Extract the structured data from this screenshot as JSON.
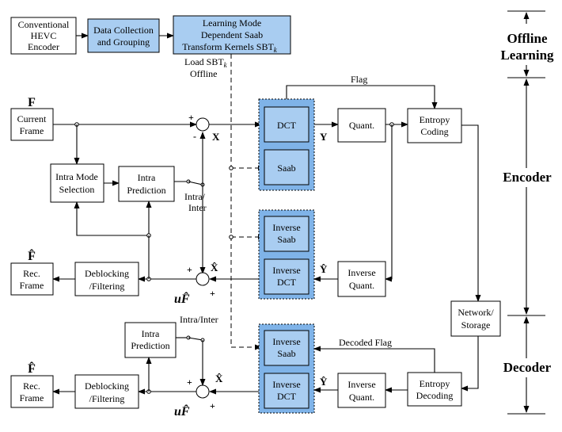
{
  "top": {
    "conventional_1": "Conventional",
    "conventional_2": "HEVC",
    "conventional_3": "Encoder",
    "data_collection_1": "Data Collection",
    "data_collection_2": "and Grouping",
    "learning_1": "Learning Mode",
    "learning_2": "Dependent Saab",
    "learning_3": "Transform Kernels SBT",
    "learning_sub": "k",
    "load_1": "Load SBT",
    "load_sub": "k",
    "load_2": "Offline"
  },
  "encoder": {
    "F": "F",
    "current_1": "Current",
    "current_2": "Frame",
    "plus": "+",
    "minus": "-",
    "X": "X",
    "intra_mode_1": "Intra Mode",
    "intra_mode_2": "Selection",
    "intra_pred_1": "Intra",
    "intra_pred_2": "Prediction",
    "intra_inter_1": "Intra/",
    "intra_inter_2": "Inter",
    "dct": "DCT",
    "saab": "Saab",
    "flag": "Flag",
    "Y": "Y",
    "quant": "Quant.",
    "entropy_1": "Entropy",
    "entropy_2": "Coding",
    "inv_saab_1": "Inverse",
    "inv_saab_2": "Saab",
    "inv_dct_1": "Inverse",
    "inv_dct_2": "DCT",
    "Y_hat": "Ŷ",
    "inv_quant_1": "Inverse",
    "inv_quant_2": "Quant.",
    "X_hat": "X̂",
    "uF": "uF̂",
    "F_hat": "F̂",
    "rec_1": "Rec.",
    "rec_2": "Frame",
    "deblock_1": "Deblocking",
    "deblock_2": "/Filtering"
  },
  "network": {
    "line1": "Network/",
    "line2": "Storage"
  },
  "decoder": {
    "intra_pred_1": "Intra",
    "intra_pred_2": "Prediction",
    "intra_inter": "Intra/Inter",
    "decoded_flag": "Decoded Flag",
    "inv_saab_1": "Inverse",
    "inv_saab_2": "Saab",
    "inv_dct_1": "Inverse",
    "inv_dct_2": "DCT",
    "Y_hat": "Ŷ",
    "inv_quant_1": "Inverse",
    "inv_quant_2": "Quant.",
    "entropy_1": "Entropy",
    "entropy_2": "Decoding",
    "X_hat": "X̂",
    "uF": "uF̂",
    "F_hat": "F̂",
    "rec_1": "Rec.",
    "rec_2": "Frame",
    "deblock_1": "Deblocking",
    "deblock_2": "/Filtering"
  },
  "side": {
    "offline_1": "Offline",
    "offline_2": "Learning",
    "encoder": "Encoder",
    "decoder": "Decoder"
  },
  "colors": {
    "block_fill": "#a9cdf1",
    "group_fill": "#7fb3e8"
  }
}
